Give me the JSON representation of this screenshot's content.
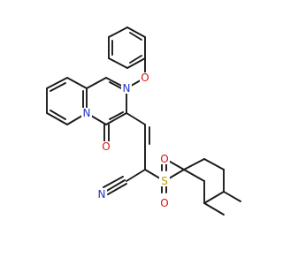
{
  "structure": {
    "atoms": {
      "n_ring1": "N",
      "n_ring2": "N",
      "o_ether": "O",
      "o_carbonyl": "O",
      "n_nitrile": "N",
      "c_nitrile": "C",
      "s_sulfonyl": "S",
      "o_sulfonyl1": "O",
      "o_sulfonyl2": "O"
    },
    "colors": {
      "carbon_bonds": "#1a1a1a",
      "nitrogen": "#2233cc",
      "oxygen": "#dd1111",
      "sulfur": "#b8a000"
    }
  }
}
